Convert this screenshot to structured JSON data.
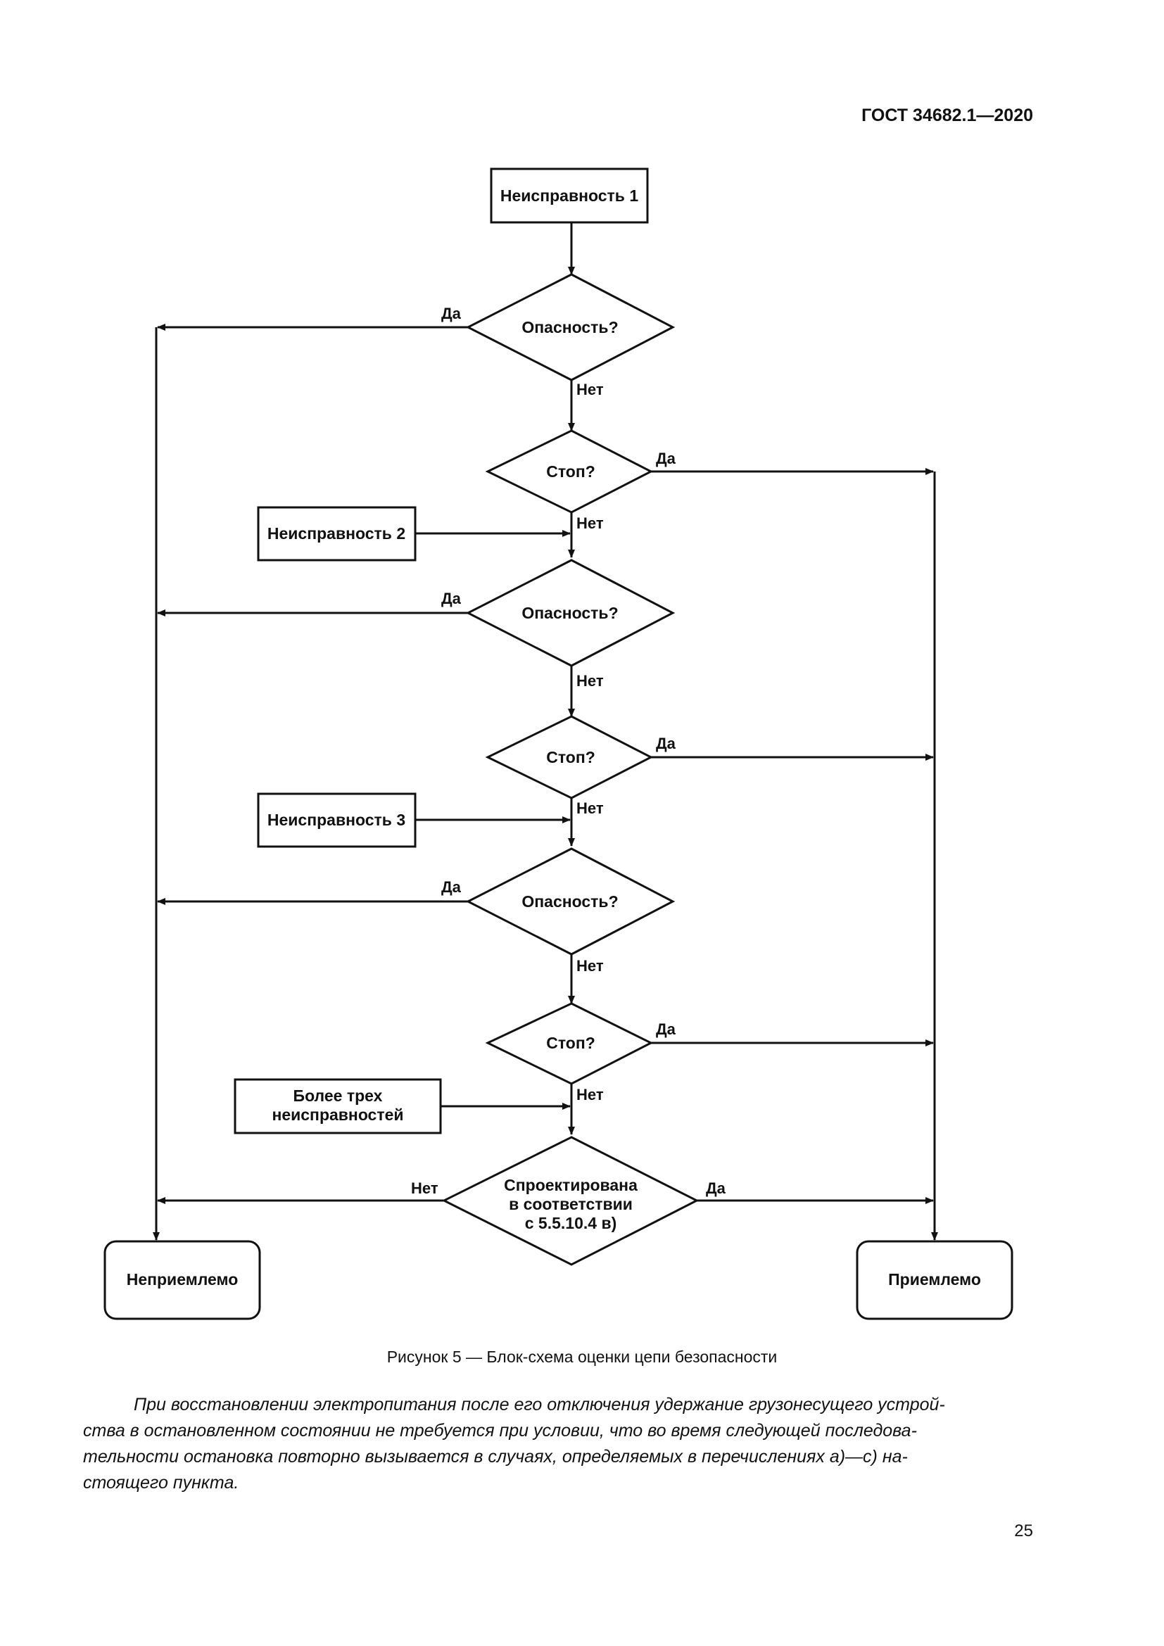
{
  "header": {
    "standard": "ГОСТ 34682.1—2020"
  },
  "flowchart": {
    "fault1": "Неисправность 1",
    "fault2": "Неисправность 2",
    "fault3": "Неисправность 3",
    "more_faults": [
      "Более трех",
      "неисправностей"
    ],
    "danger": "Опасность?",
    "stop": "Стоп?",
    "designed": [
      "Спроектирована",
      "в соответствии",
      "с 5.5.10.4 в)"
    ],
    "unacceptable": "Неприемлемо",
    "acceptable": "Приемлемо",
    "yes": "Да",
    "no": "Нет"
  },
  "caption": "Рисунок 5 — Блок-схема оценки цепи безопасности",
  "paragraph": [
    "При восстановлении электропитания после его отключения удержание грузонесущего устрой-",
    "ства в остановленном состоянии не требуется при условии, что во время следующей последова-",
    "тельности остановка повторно вызывается в случаях, определяемых в перечислениях а)—с) на-",
    "стоящего пункта."
  ],
  "page_number": "25"
}
